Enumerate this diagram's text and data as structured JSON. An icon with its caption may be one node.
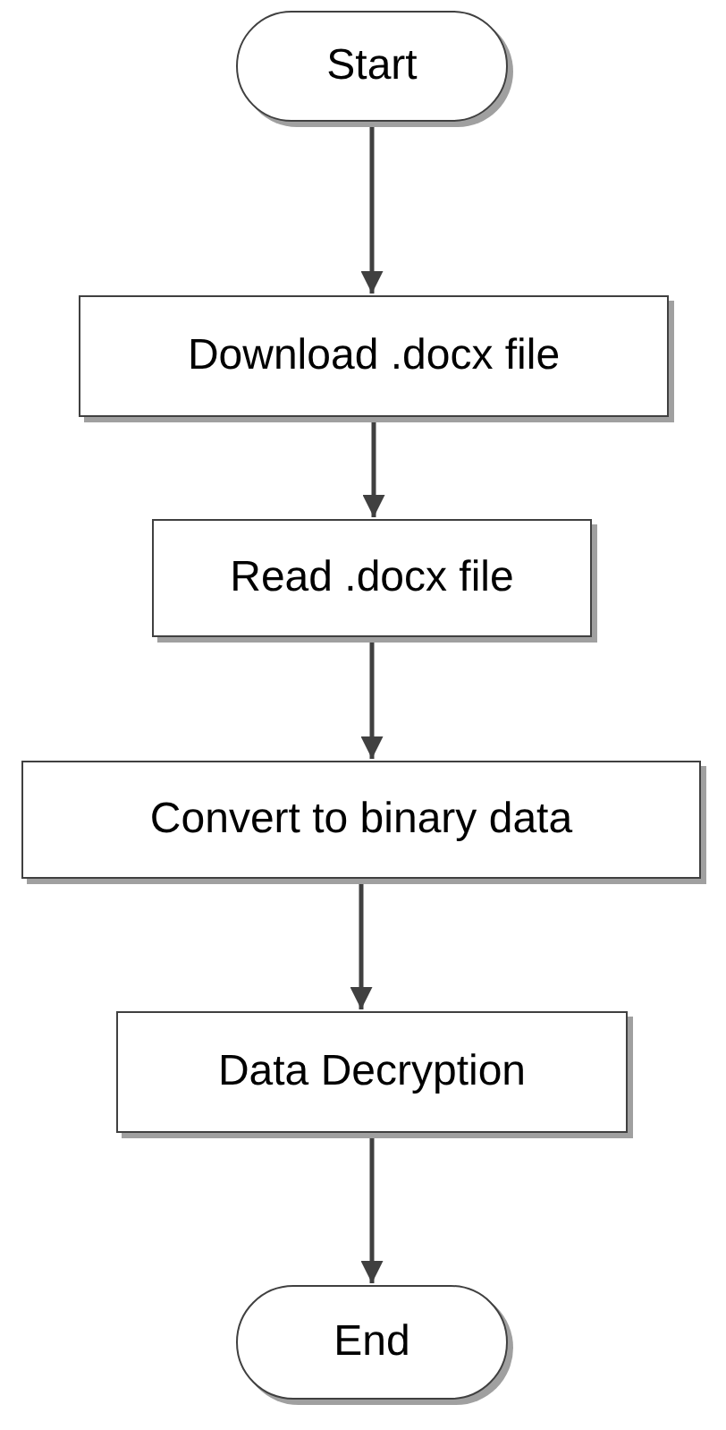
{
  "diagram": {
    "nodes": [
      {
        "text": [
          "Start"
        ]
      },
      {
        "text": [
          "Download .docx file"
        ]
      },
      {
        "text": [
          "Read .docx file"
        ]
      },
      {
        "text": [
          "Convert to binary data"
        ]
      },
      {
        "text": [
          "Data Decryption"
        ]
      },
      {
        "text": [
          "End"
        ]
      }
    ],
    "edges": [
      {
        "from": 0,
        "to": 1,
        "arrow": "to"
      },
      {
        "from": 1,
        "to": 2,
        "arrow": "to"
      },
      {
        "from": 2,
        "to": 3,
        "arrow": "to"
      },
      {
        "from": 3,
        "to": 4,
        "arrow": "to"
      },
      {
        "from": 4,
        "to": 5,
        "arrow": "to"
      }
    ]
  }
}
